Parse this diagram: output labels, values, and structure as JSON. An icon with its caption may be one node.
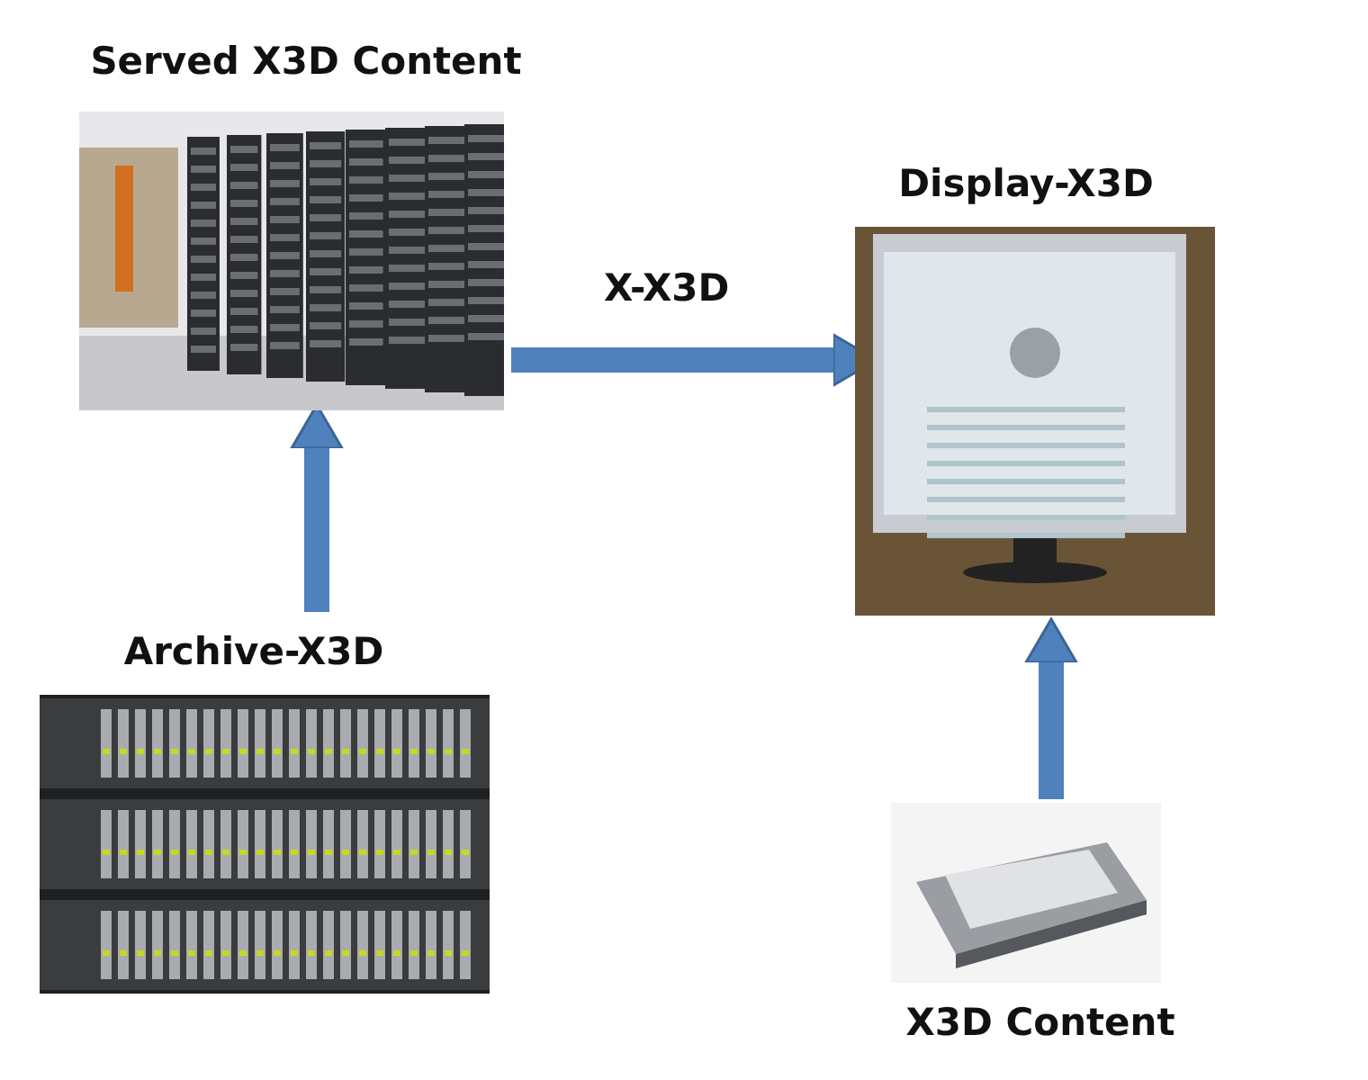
{
  "diagram": {
    "nodes": [
      {
        "text": [
          "Served X3D Content"
        ]
      },
      {
        "text": [
          "Display-X3D"
        ]
      },
      {
        "text": [
          "Archive-X3D"
        ]
      },
      {
        "text": [
          "X3D Content"
        ]
      }
    ],
    "edges": [
      {
        "from": 0,
        "to": 1,
        "arrow": "to",
        "label": "X-X3D"
      },
      {
        "from": 2,
        "to": 0,
        "arrow": "to"
      },
      {
        "from": 3,
        "to": 1,
        "arrow": "to"
      }
    ]
  }
}
